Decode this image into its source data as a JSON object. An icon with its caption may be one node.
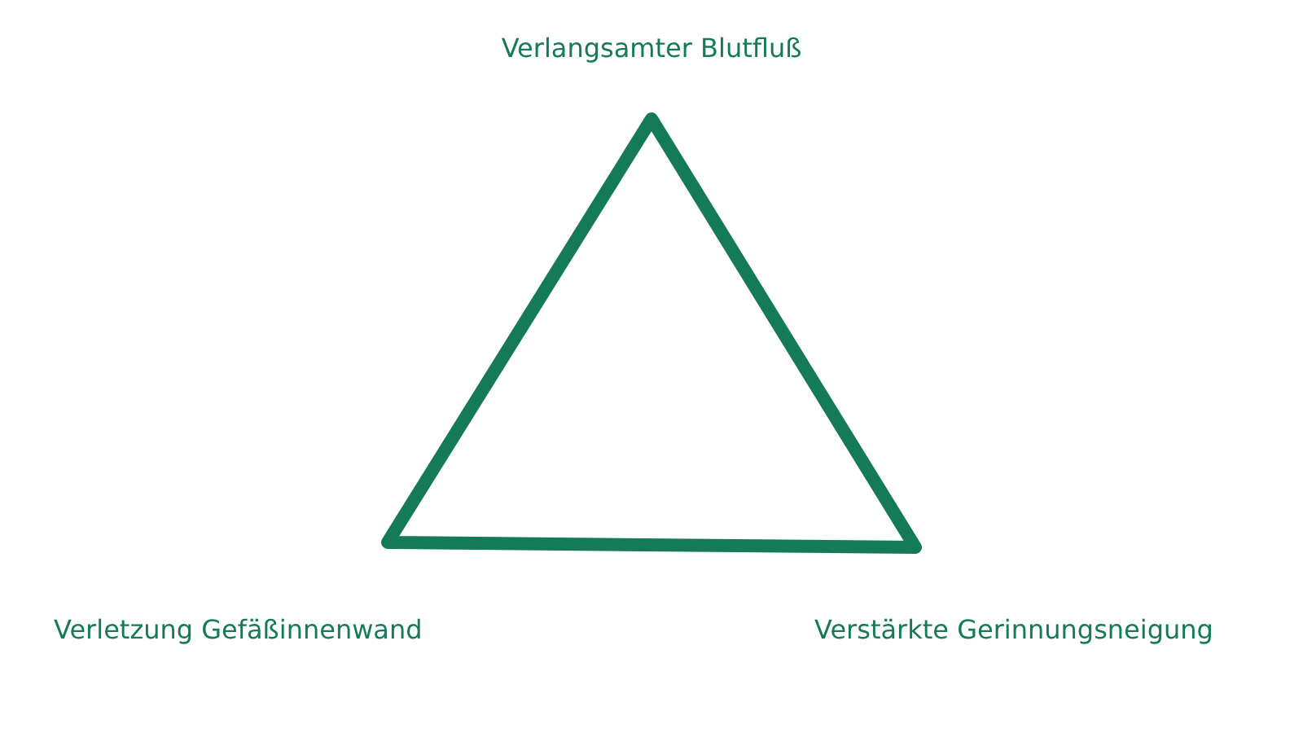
{
  "diagram": {
    "nodes": [
      {
        "text": [],
        "shape": "triangle",
        "beside": [
          "Verlangsamter Blutfluß",
          "Verletzung Gefäßinnenwand",
          "Verstärkte Gerinnungsneigung"
        ]
      }
    ]
  }
}
